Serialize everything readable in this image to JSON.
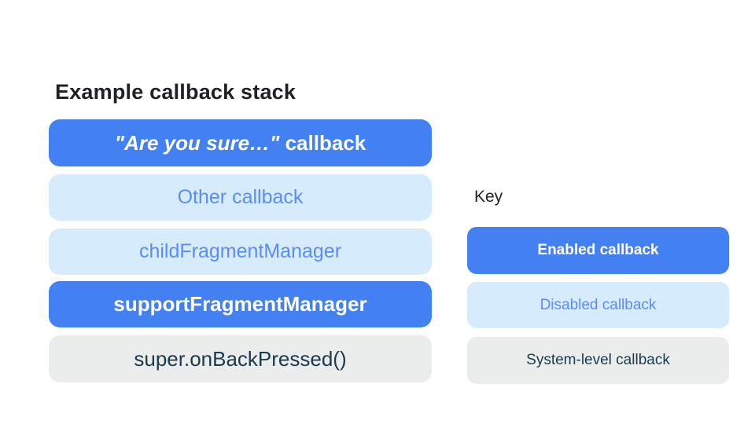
{
  "stack": {
    "title": "Example callback stack",
    "items": [
      {
        "label_quote": "\"Are you sure…\"",
        "label_rest": " callback",
        "type": "enabled"
      },
      {
        "label": "Other callback",
        "type": "disabled"
      },
      {
        "label": "childFragmentManager",
        "type": "disabled"
      },
      {
        "label": "supportFragmentManager",
        "type": "enabled"
      },
      {
        "label": "super.onBackPressed()",
        "type": "system"
      }
    ]
  },
  "key": {
    "title": "Key",
    "items": [
      {
        "label": "Enabled callback",
        "type": "enabled"
      },
      {
        "label": "Disabled callback",
        "type": "disabled"
      },
      {
        "label": "System-level callback",
        "type": "system"
      }
    ]
  },
  "colors": {
    "enabled_bg": "#4381F2",
    "enabled_text": "#FFFFFF",
    "disabled_bg": "#D6EBFB",
    "disabled_text": "#5A8DF3",
    "system_bg": "#EBECEC",
    "system_text": "#1C3A4D",
    "heading_text": "#1F2124",
    "page_bg": "#FFFFFF"
  }
}
